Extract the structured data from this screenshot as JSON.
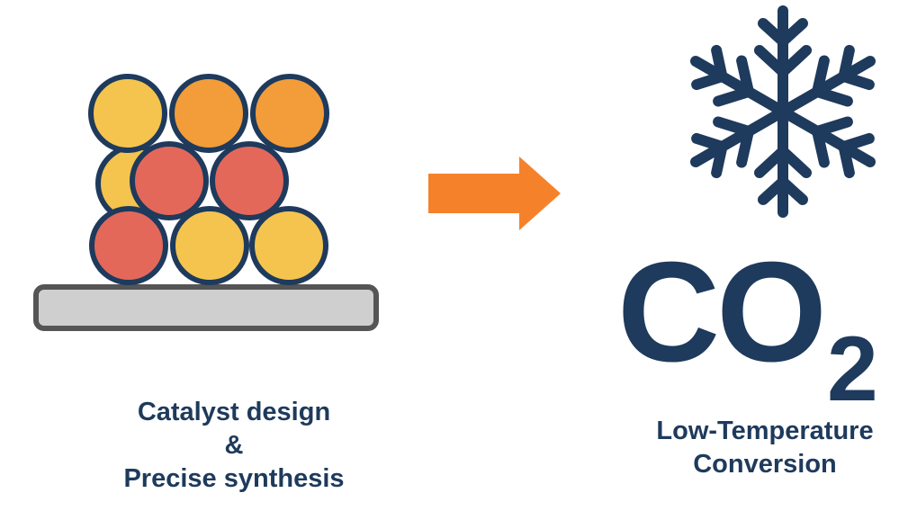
{
  "left_caption": {
    "line1": "Catalyst design",
    "line2": "&",
    "line3": "Precise synthesis"
  },
  "right_caption": {
    "line1": "Low-Temperature",
    "line2": "Conversion"
  },
  "formula": {
    "main": "CO",
    "subscript": "2"
  },
  "icons": {
    "particles": "catalyst-particles",
    "support": "support-substrate",
    "arrow": "process-arrow",
    "snowflake": "snowflake-icon"
  },
  "colors": {
    "navy": "#1e3a5c",
    "orange_arrow": "#f5822a",
    "yellow": "#f4c44e",
    "orange": "#f29c3a",
    "red": "#e4685a",
    "substrate": "#cfcfcf",
    "substrate_border": "#555555"
  }
}
